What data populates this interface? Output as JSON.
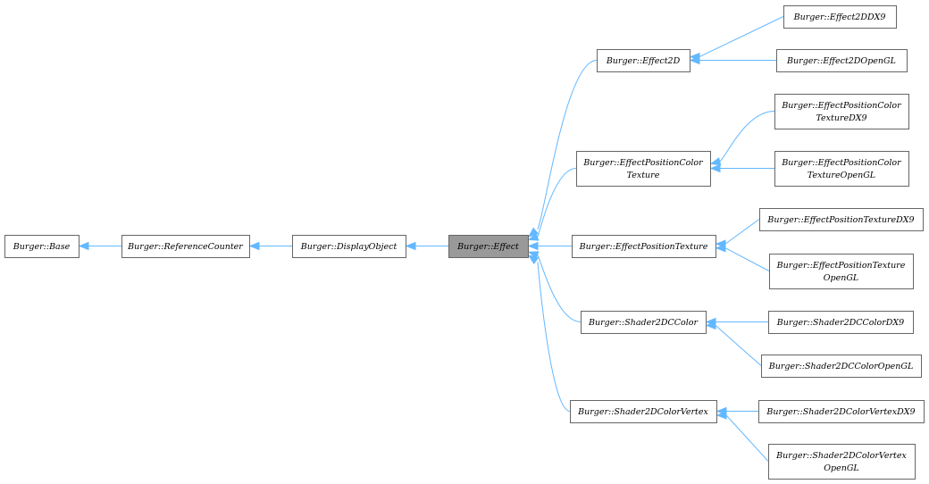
{
  "colors": {
    "edge": "#63b8ff",
    "node_border": "#666666",
    "current_fill": "#999999",
    "node_fill": "#ffffff"
  },
  "diagram": {
    "nodes": [
      {
        "id": "base",
        "lines": [
          "Burger::Base"
        ]
      },
      {
        "id": "refcounter",
        "lines": [
          "Burger::ReferenceCounter"
        ]
      },
      {
        "id": "displayobject",
        "lines": [
          "Burger::DisplayObject"
        ]
      },
      {
        "id": "effect",
        "lines": [
          "Burger::Effect"
        ],
        "current": true
      },
      {
        "id": "effect2d",
        "lines": [
          "Burger::Effect2D"
        ]
      },
      {
        "id": "effectposcoltex",
        "lines": [
          "Burger::EffectPositionColor",
          "Texture"
        ]
      },
      {
        "id": "effectpostex",
        "lines": [
          "Burger::EffectPositionTexture"
        ]
      },
      {
        "id": "shader2dccolor",
        "lines": [
          "Burger::Shader2DCColor"
        ]
      },
      {
        "id": "shader2dcolorvertex",
        "lines": [
          "Burger::Shader2DColorVertex"
        ]
      },
      {
        "id": "effect2ddx9",
        "lines": [
          "Burger::Effect2DDX9"
        ]
      },
      {
        "id": "effect2dopengl",
        "lines": [
          "Burger::Effect2DOpenGL"
        ]
      },
      {
        "id": "effectposcoltexdx9",
        "lines": [
          "Burger::EffectPositionColor",
          "TextureDX9"
        ]
      },
      {
        "id": "effectposcoltexgl",
        "lines": [
          "Burger::EffectPositionColor",
          "TextureOpenGL"
        ]
      },
      {
        "id": "effectpostexdx9",
        "lines": [
          "Burger::EffectPositionTextureDX9"
        ]
      },
      {
        "id": "effectpostexgl",
        "lines": [
          "Burger::EffectPositionTexture",
          "OpenGL"
        ]
      },
      {
        "id": "shader2dccolordx9",
        "lines": [
          "Burger::Shader2DCColorDX9"
        ]
      },
      {
        "id": "shader2dccolorgl",
        "lines": [
          "Burger::Shader2DCColorOpenGL"
        ]
      },
      {
        "id": "shader2dcolorvertexdx9",
        "lines": [
          "Burger::Shader2DColorVertexDX9"
        ]
      },
      {
        "id": "shader2dcolorvertexgl",
        "lines": [
          "Burger::Shader2DColorVertex",
          "OpenGL"
        ]
      }
    ],
    "edges": [
      {
        "from": "refcounter",
        "to": "base"
      },
      {
        "from": "displayobject",
        "to": "refcounter"
      },
      {
        "from": "effect",
        "to": "displayobject"
      },
      {
        "from": "effect2d",
        "to": "effect"
      },
      {
        "from": "effectposcoltex",
        "to": "effect"
      },
      {
        "from": "effectpostex",
        "to": "effect"
      },
      {
        "from": "shader2dccolor",
        "to": "effect"
      },
      {
        "from": "shader2dcolorvertex",
        "to": "effect"
      },
      {
        "from": "effect2ddx9",
        "to": "effect2d"
      },
      {
        "from": "effect2dopengl",
        "to": "effect2d"
      },
      {
        "from": "effectposcoltexdx9",
        "to": "effectposcoltex"
      },
      {
        "from": "effectposcoltexgl",
        "to": "effectposcoltex"
      },
      {
        "from": "effectpostexdx9",
        "to": "effectpostex"
      },
      {
        "from": "effectpostexgl",
        "to": "effectpostex"
      },
      {
        "from": "shader2dccolordx9",
        "to": "shader2dccolor"
      },
      {
        "from": "shader2dccolorgl",
        "to": "shader2dccolor"
      },
      {
        "from": "shader2dcolorvertexdx9",
        "to": "shader2dcolorvertex"
      },
      {
        "from": "shader2dcolorvertexgl",
        "to": "shader2dcolorvertex"
      }
    ]
  }
}
